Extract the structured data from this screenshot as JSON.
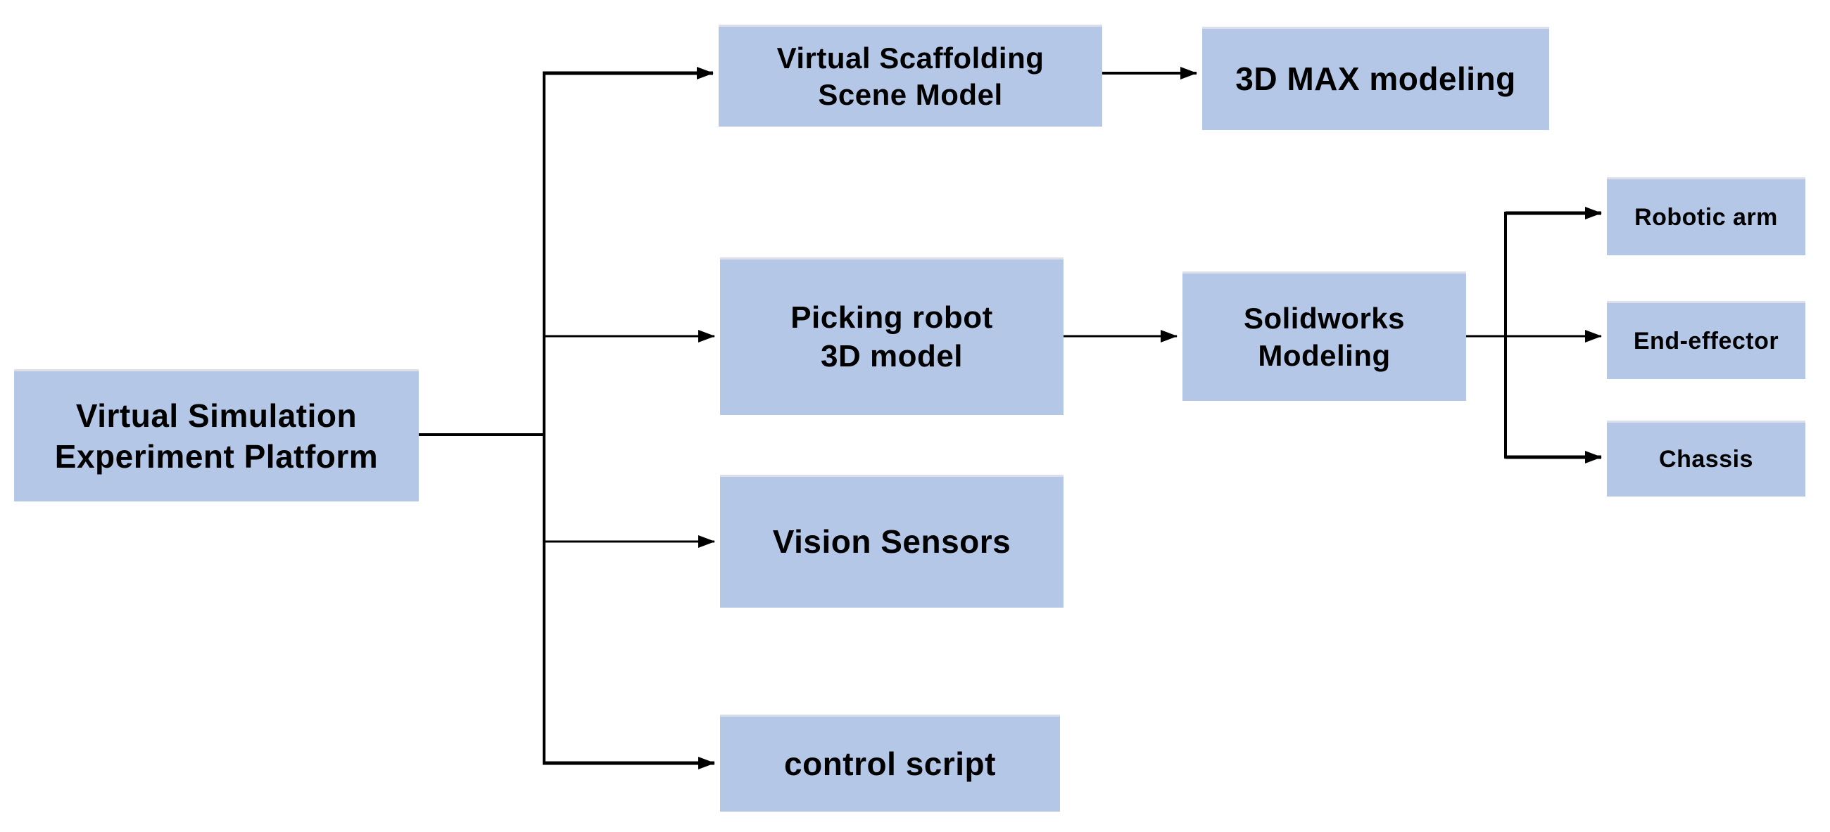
{
  "diagram": {
    "type": "flowchart",
    "background_color": "#ffffff",
    "node_fill_color": "#b4c7e7",
    "node_text_color": "#000000",
    "connector_color": "#000000"
  },
  "nodes": {
    "platform": {
      "lines": [
        "Virtual Simulation",
        "Experiment Platform"
      ]
    },
    "scaffold": {
      "lines": [
        "Virtual Scaffolding",
        "Scene Model"
      ]
    },
    "max3d": {
      "lines": [
        "3D MAX modeling"
      ]
    },
    "picking": {
      "lines": [
        "Picking robot",
        "3D model"
      ]
    },
    "solidworks": {
      "lines": [
        "Solidworks",
        "Modeling"
      ]
    },
    "robotic_arm": {
      "lines": [
        "Robotic arm"
      ]
    },
    "end_effector": {
      "lines": [
        "End-effector"
      ]
    },
    "chassis": {
      "lines": [
        "Chassis"
      ]
    },
    "vision": {
      "lines": [
        "Vision Sensors"
      ]
    },
    "control": {
      "lines": [
        "control script"
      ]
    }
  },
  "edges": [
    {
      "from": "Virtual Simulation Experiment Platform",
      "to": "Virtual Scaffolding Scene Model"
    },
    {
      "from": "Virtual Simulation Experiment Platform",
      "to": "Picking robot 3D model"
    },
    {
      "from": "Virtual Simulation Experiment Platform",
      "to": "Vision Sensors"
    },
    {
      "from": "Virtual Simulation Experiment Platform",
      "to": "control script"
    },
    {
      "from": "Virtual Scaffolding Scene Model",
      "to": "3D MAX modeling"
    },
    {
      "from": "Picking robot 3D model",
      "to": "Solidworks Modeling"
    },
    {
      "from": "Solidworks Modeling",
      "to": "Robotic arm"
    },
    {
      "from": "Solidworks Modeling",
      "to": "End-effector"
    },
    {
      "from": "Solidworks Modeling",
      "to": "Chassis"
    }
  ]
}
